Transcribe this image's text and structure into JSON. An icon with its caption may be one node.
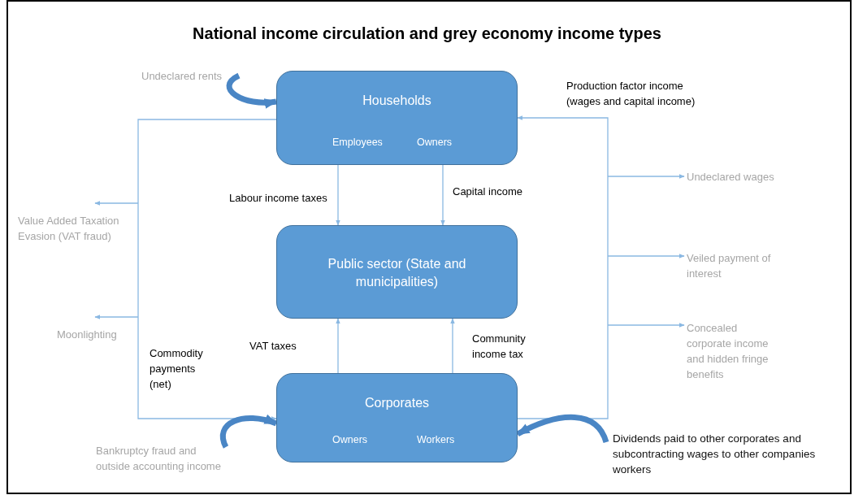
{
  "diagram": {
    "title": "National income circulation and grey economy income types",
    "nodes": [
      {
        "text": [
          "Undeclared rents"
        ]
      },
      {
        "text": [
          "Households",
          "Employees",
          "Owners"
        ]
      },
      {
        "text": [
          "Undeclared wages"
        ]
      },
      {
        "text": [
          "Value Added Taxation Evasion (VAT fraud)"
        ]
      },
      {
        "text": [
          "Public sector (State and municipalities)"
        ]
      },
      {
        "text": [
          "Veiled payment of interest"
        ]
      },
      {
        "text": [
          "Moonlighting"
        ]
      },
      {
        "text": [
          "Concealed corporate income and hidden fringe benefits"
        ]
      },
      {
        "text": [
          "Corporates",
          "Owners",
          "Workers"
        ]
      },
      {
        "text": [
          "Bankruptcy fraud and outside accounting income"
        ]
      },
      {
        "text": [
          "Dividends paid to other corporates and subcontracting wages to other companies workers"
        ]
      }
    ],
    "edges": [
      {
        "from": 0,
        "to": 1,
        "arrow": "to",
        "style": "thick",
        "color": "#4a86c5"
      },
      {
        "from": 8,
        "to": 1,
        "arrow": "to",
        "label": "Production factor income (wages and capital income)"
      },
      {
        "from": 1,
        "to": 8,
        "arrow": "to",
        "label": "Commodity payments (net)"
      },
      {
        "from": 1,
        "to": 4,
        "arrow": "to",
        "label": "Labour income taxes"
      },
      {
        "from": 1,
        "to": 4,
        "arrow": "to",
        "label": "Capital income"
      },
      {
        "from": 8,
        "to": 4,
        "arrow": "to",
        "label": "VAT taxes"
      },
      {
        "from": 8,
        "to": 4,
        "arrow": "to",
        "label": "Community income tax"
      },
      {
        "from": null,
        "to": 2,
        "arrow": "to"
      },
      {
        "from": null,
        "to": 3,
        "arrow": "to"
      },
      {
        "from": null,
        "to": 5,
        "arrow": "to"
      },
      {
        "from": null,
        "to": 6,
        "arrow": "to"
      },
      {
        "from": null,
        "to": 7,
        "arrow": "to"
      },
      {
        "from": 9,
        "to": 8,
        "arrow": "to",
        "style": "thick",
        "color": "#4a86c5"
      },
      {
        "from": 10,
        "to": 8,
        "arrow": "to",
        "style": "thick",
        "color": "#4a86c5"
      }
    ]
  }
}
